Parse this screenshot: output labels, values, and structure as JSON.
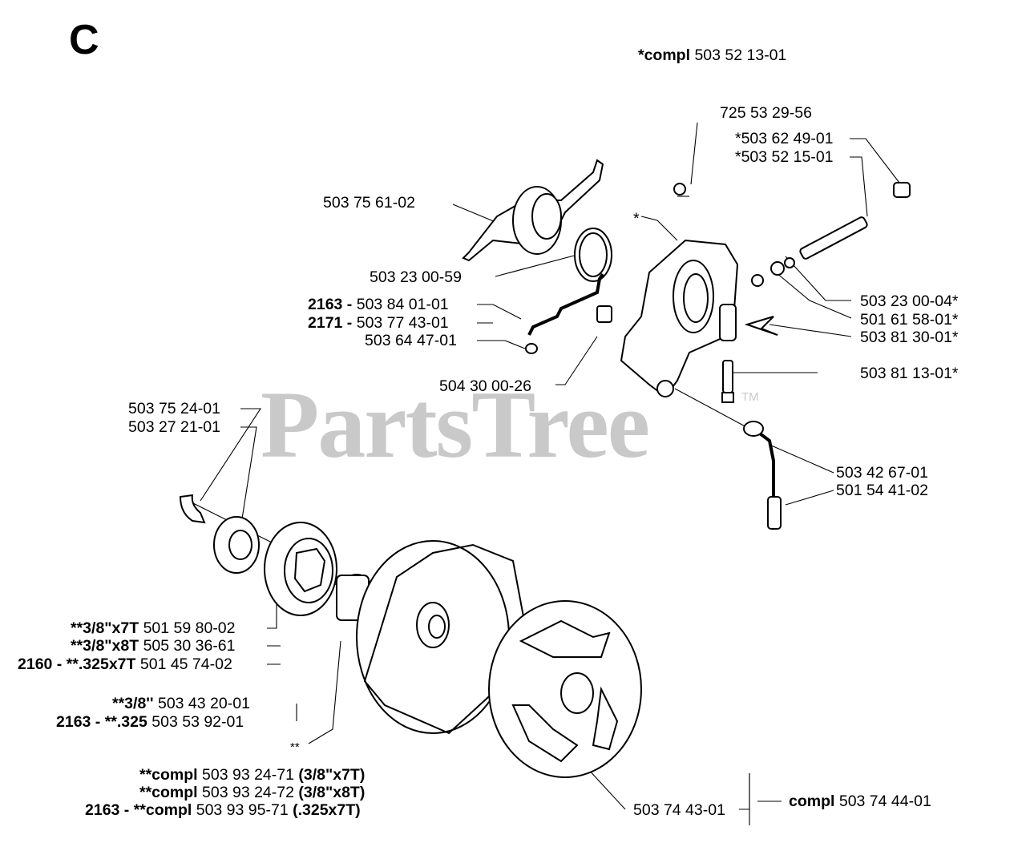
{
  "page_letter": "C",
  "watermark": {
    "text": "PartsTree",
    "mark": "TM"
  },
  "callouts": {
    "compl_top": {
      "prefix": "*compl",
      "num": "503 52 13-01"
    },
    "p725": "725 53 29-56",
    "p50362": "*503 62 49-01",
    "p50352": "*503 52 15-01",
    "p503756": "503 75 61-02",
    "star": "*",
    "p503230059": "503 23 00-59",
    "p2163a": {
      "model": "2163 -",
      "num": "503 84 01-01"
    },
    "p2171": {
      "model": "2171 -",
      "num": "503 77 43-01"
    },
    "p5036447": "503 64 47-01",
    "p5043000": "504 30 00-26",
    "p5032300004": "503 23 00-04*",
    "p5016158": "501 61 58-01*",
    "p5038130": "503 81 30-01*",
    "p5038113": "503 81 13-01*",
    "p5037524": "503 75 24-01",
    "p5032721": "503 27 21-01",
    "p5034267": "503 42 67-01",
    "p5015441": "501 54 41-02",
    "sp1": {
      "prefix": "**3/8\"x7T",
      "num": "501 59 80-02"
    },
    "sp2": {
      "prefix": "**3/8\"x8T",
      "num": "505 30 36-61"
    },
    "sp3": {
      "prefix": "2160 - **.325x7T",
      "num": "501 45 74-02"
    },
    "bear1": {
      "prefix": "**3/8''",
      "num": "503 43 20-01"
    },
    "bear2": {
      "prefix": "2163 - **.325",
      "num": "503 53 92-01"
    },
    "dstar": "**",
    "drum1": {
      "prefix": "**compl",
      "num": "503 93 24-71",
      "suffix": "(3/8\"x7T)"
    },
    "drum2": {
      "prefix": "**compl",
      "num": "503 93 24-72",
      "suffix": "(3/8\"x8T)"
    },
    "drum3": {
      "prefix": "2163 - **compl",
      "num": "503 93 95-71",
      "suffix": "(.325x7T)"
    },
    "p5037443": "503 74 43-01",
    "clutch_compl": {
      "prefix": "compl",
      "num": "503 74 44-01"
    }
  }
}
